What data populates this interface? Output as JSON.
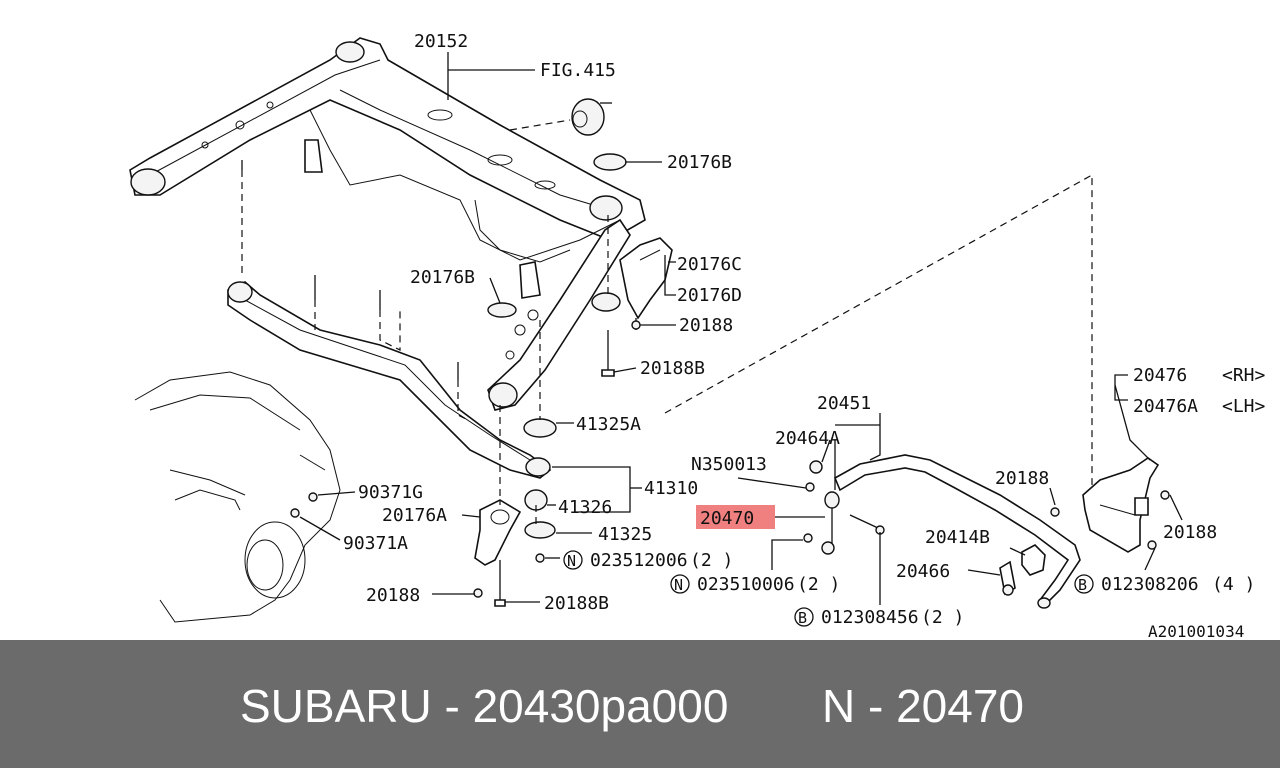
{
  "labels": {
    "p20152": "20152",
    "fig415": "FIG.415",
    "p20176B_top": "20176B",
    "p20176C": "20176C",
    "p20176D": "20176D",
    "p20176B_mid": "20176B",
    "p20188_a": "20188",
    "p20188B_a": "20188B",
    "p41325A": "41325A",
    "p41310": "41310",
    "p41326": "41326",
    "p41325": "41325",
    "p90371G": "90371G",
    "p90371A": "90371A",
    "p20176A": "20176A",
    "n023512006_code": "023512006",
    "n023512006_qty": "(2 )",
    "p20188_b": "20188",
    "p20188B_b": "20188B",
    "p20451": "20451",
    "p20464A": "20464A",
    "pN350013": "N350013",
    "p20470": "20470",
    "n023510006_code": "023510006",
    "n023510006_qty": "(2 )",
    "b012308456_code": "012308456",
    "b012308456_qty": "(2 )",
    "p20414B": "20414B",
    "p20466": "20466",
    "p20188_c": "20188",
    "p20188_d": "20188",
    "p20476_code": "20476",
    "p20476_side": "<RH>",
    "p20476A_code": "20476A",
    "p20476A_side": "<LH>",
    "b012308206_code": "012308206",
    "b012308206_qty": "(4 )",
    "diagram_id": "A201001034",
    "sym_N": "N",
    "sym_B": "B"
  },
  "footer": {
    "left": "SUBARU - 20430pa000",
    "right": "N - 20470"
  },
  "colors": {
    "highlight": "#f08080",
    "footer_bg": "#6b6b6b",
    "footer_text": "#ffffff"
  }
}
